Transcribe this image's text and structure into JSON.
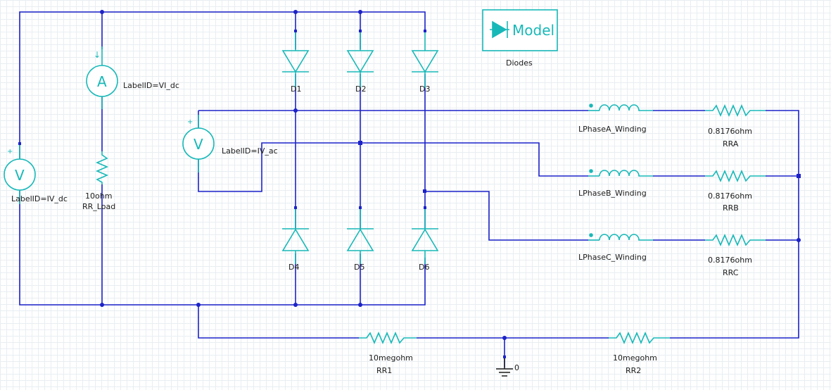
{
  "model_box": {
    "label": "Model",
    "caption": "Diodes"
  },
  "meters": {
    "iv_dc": {
      "symbol": "V",
      "label": "LabelID=IV_dc"
    },
    "vi_dc": {
      "symbol": "A",
      "label": "LabelID=VI_dc"
    },
    "iv_ac": {
      "symbol": "V",
      "label": "LabelID=IV_ac"
    }
  },
  "diodes": [
    "D1",
    "D2",
    "D3",
    "D4",
    "D5",
    "D6"
  ],
  "load": {
    "value": "10ohm",
    "name": "RR_Load"
  },
  "windings": [
    "LPhaseA_Winding",
    "LPhaseB_Winding",
    "LPhaseC_Winding"
  ],
  "phase_resistors": [
    {
      "value": "0.8176ohm",
      "name": "RRA"
    },
    {
      "value": "0.8176ohm",
      "name": "RRB"
    },
    {
      "value": "0.8176ohm",
      "name": "RRC"
    }
  ],
  "bottom_resistors": [
    {
      "value": "10megohm",
      "name": "RR1"
    },
    {
      "value": "10megohm",
      "name": "RR2"
    }
  ],
  "ground": {
    "label": "0"
  },
  "colors": {
    "wire": "#1c22c8",
    "component": "#18b8b8",
    "grid": "#e9eef2"
  }
}
